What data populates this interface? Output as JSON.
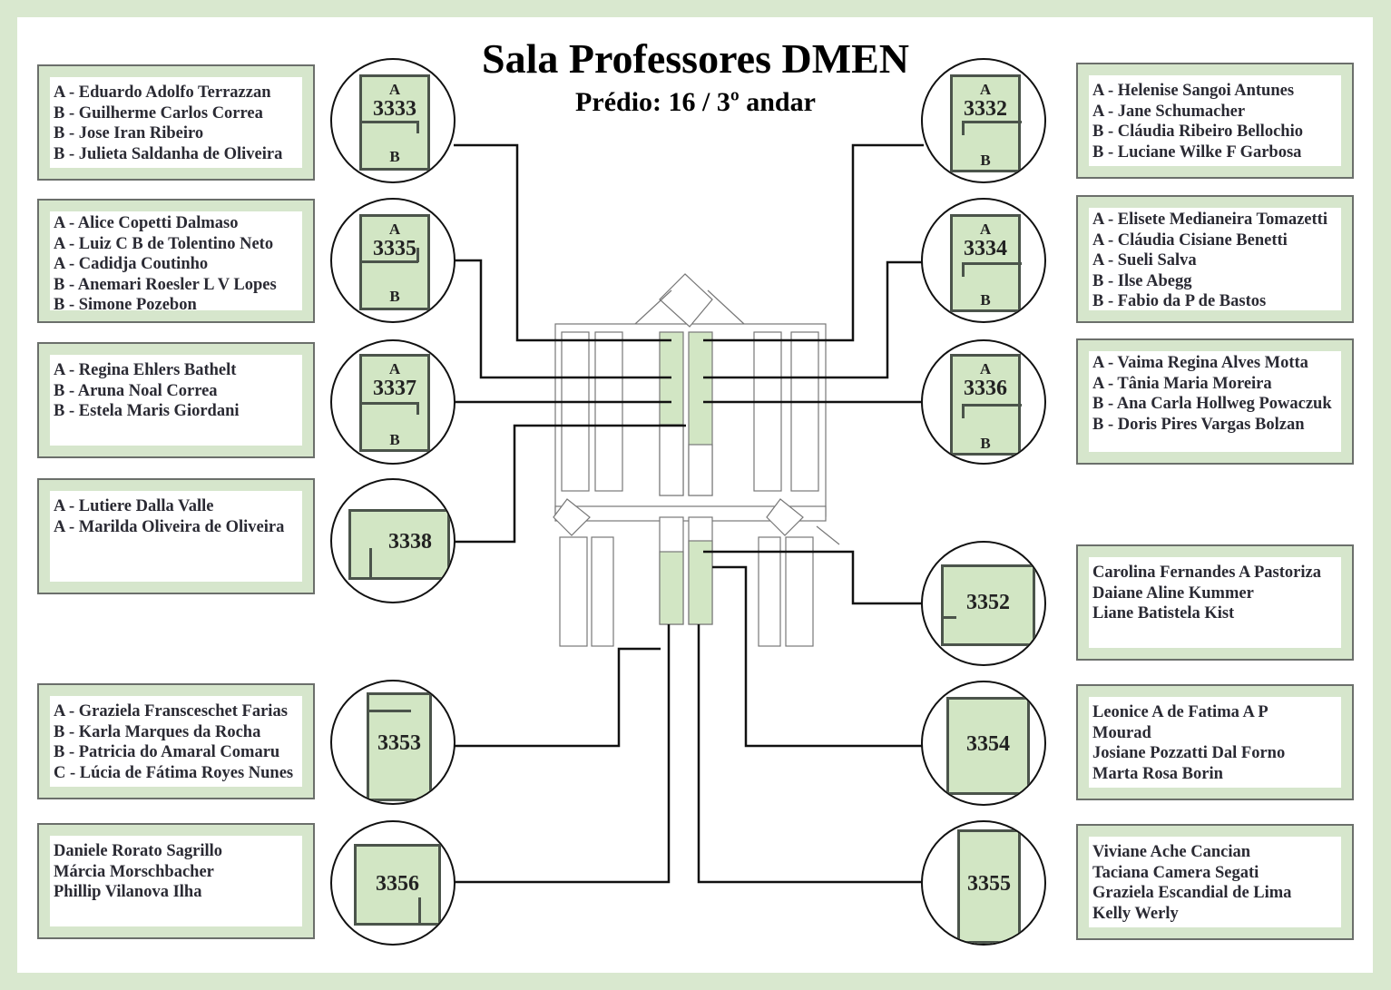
{
  "header": {
    "title": "Sala Professores DMEN",
    "subtitle": "Prédio: 16 / 3º andar"
  },
  "colors": {
    "background_frame": "#d9e8cf",
    "room_fill": "#d2e6c4",
    "card_border": "#6b6f6b",
    "text": "#2a2a33"
  },
  "rooms": [
    {
      "id": "3333",
      "side": "left",
      "sections": [
        "A",
        "B"
      ],
      "occupants": [
        "A - Eduardo Adolfo Terrazzan",
        "B - Guilherme Carlos Correa",
        "B - Jose Iran Ribeiro",
        "B - Julieta Saldanha de Oliveira"
      ]
    },
    {
      "id": "3335",
      "side": "left",
      "sections": [
        "A",
        "B"
      ],
      "occupants": [
        "A - Alice Copetti Dalmaso",
        "A - Luiz C B de Tolentino Neto",
        "A - Cadidja Coutinho",
        "B - Anemari Roesler L V Lopes",
        "B - Simone Pozebon"
      ]
    },
    {
      "id": "3337",
      "side": "left",
      "sections": [
        "A",
        "B"
      ],
      "occupants": [
        "A - Regina Ehlers Bathelt",
        "B - Aruna Noal Correa",
        "B - Estela Maris Giordani"
      ]
    },
    {
      "id": "3338",
      "side": "left",
      "sections": [],
      "occupants": [
        "A - Lutiere Dalla Valle",
        "A - Marilda Oliveira de Oliveira"
      ]
    },
    {
      "id": "3353",
      "side": "left",
      "sections": [],
      "occupants": [
        "A - Graziela Fransceschet Farias",
        "B - Karla Marques da Rocha",
        "B - Patricia do Amaral Comaru",
        "C - Lúcia de Fátima Royes Nunes"
      ]
    },
    {
      "id": "3356",
      "side": "left",
      "sections": [],
      "occupants": [
        "Daniele Rorato Sagrillo",
        "Márcia Morschbacher",
        "Phillip Vilanova Ilha"
      ]
    },
    {
      "id": "3332",
      "side": "right",
      "sections": [
        "A",
        "B"
      ],
      "occupants": [
        "A - Helenise Sangoi Antunes",
        "A - Jane Schumacher",
        "B - Cláudia Ribeiro Bellochio",
        "B - Luciane Wilke F Garbosa"
      ]
    },
    {
      "id": "3334",
      "side": "right",
      "sections": [
        "A",
        "B"
      ],
      "occupants": [
        "A - Elisete Medianeira Tomazetti",
        "A - Cláudia Cisiane Benetti",
        "A - Sueli Salva",
        "B - Ilse Abegg",
        "B - Fabio da P de Bastos"
      ]
    },
    {
      "id": "3336",
      "side": "right",
      "sections": [
        "A",
        "B"
      ],
      "occupants": [
        "A - Vaima Regina Alves Motta",
        "A - Tânia Maria Moreira",
        "B - Ana Carla Hollweg Powaczuk",
        "B - Doris Pires Vargas Bolzan"
      ]
    },
    {
      "id": "3352",
      "side": "right",
      "sections": [],
      "occupants": [
        "Carolina Fernandes A Pastoriza",
        "Daiane Aline Kummer",
        "Liane Batistela Kist"
      ]
    },
    {
      "id": "3354",
      "side": "right",
      "sections": [],
      "occupants": [
        "Leonice A de Fatima A P",
        "Mourad",
        "Josiane Pozzatti Dal Forno",
        "Marta Rosa Borin"
      ]
    },
    {
      "id": "3355",
      "side": "right",
      "sections": [],
      "occupants": [
        "Viviane Ache Cancian",
        "Taciana Camera Segati",
        "Graziela Escandial de Lima",
        "Kelly Werly"
      ]
    }
  ]
}
